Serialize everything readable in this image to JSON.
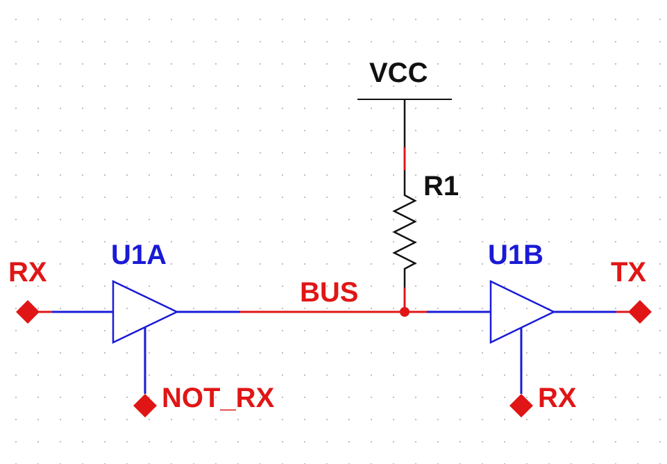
{
  "colors": {
    "net": "#e01616",
    "part": "#1a1ad6",
    "power": "#111111",
    "grid_dot": "#b4b4b4"
  },
  "labels": {
    "vcc": "VCC",
    "r1": "R1",
    "u1a": "U1A",
    "u1b": "U1B",
    "bus": "BUS",
    "rx_in": "RX",
    "tx_out": "TX",
    "not_rx": "NOT_RX",
    "rx_enable": "RX"
  },
  "icons": {
    "buffer": "triangle-buffer-icon",
    "port": "diamond-port-icon",
    "junction": "junction-dot-icon",
    "resistor": "zigzag-resistor-icon"
  }
}
